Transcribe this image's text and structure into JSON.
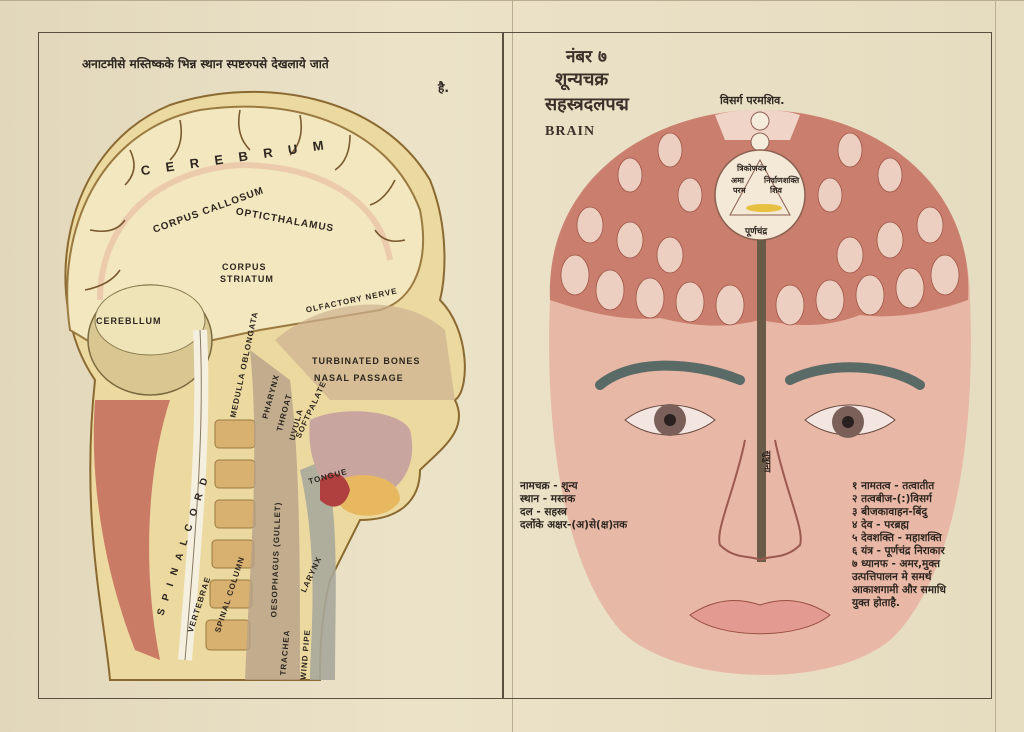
{
  "left_panel": {
    "caption_line1": "अनाटमीसे मस्तिष्कके भिन्न स्थान स्पष्टरुपसे देखलाये जाते",
    "caption_line2": "है.",
    "labels": {
      "cerebrum": "C E R E B R U M",
      "corpus_callosum": "CORPUS CALLOSUM",
      "optic_thalamus": "OPTICTHALAMUS",
      "corpus_striatum_1": "CORPUS",
      "corpus_striatum_2": "STRIATUM",
      "cerebellum": "CEREBLLUM",
      "olfactory_nerve": "OLFACTORY NERVE",
      "medulla": "MEDULLA OBLONGATA",
      "turbinated": "TURBINATED BONES",
      "nasal": "NASAL PASSAGE",
      "pharynx": "PHARYNX",
      "throat": "THROAT",
      "uvula": "UVULA",
      "soft_palate": "SOFTPALATE",
      "tongue": "TONGUE",
      "spinal_cord": "S P I N A L   C O R D",
      "vertebrae": "VERTEBRAE",
      "spinal_column": "SPINAL COLUMN",
      "oesophagus": "OESOPHAGUS (GULLET)",
      "larynx": "LARYNX",
      "trachea": "TRACHEA",
      "wind_pipe": "WIND PIPE"
    }
  },
  "right_panel": {
    "title_line1": "नंबर ७",
    "title_line2": "शून्यचक्र",
    "title_line3": "सहस्त्रदलपद्म",
    "title_english": "BRAIN",
    "top_label": "विसर्ग परमशिव.",
    "center_labels": {
      "yantra": "त्रिकोणयंत्र",
      "left": "अमा",
      "left2": "परम",
      "right": "निर्वाणशक्ति",
      "right2": "शिव",
      "bottom": "पूर्णचंद्र"
    },
    "nadi_label": "सुषुम्ना",
    "left_list": [
      "नामचक्र - शून्य",
      "स्थान - मस्तक",
      "दल - सहस्त्र",
      "दलोंके अक्षर-(अ)से(क्ष)तक"
    ],
    "right_list": [
      "१ नामतत्व - तत्वातीत",
      "२ तत्वबीज-(:)विसर्ग",
      "३ बीजकावाहन-बिंदु",
      "४ देव - परब्रह्म",
      "५ देवशक्ति - महाशक्ति",
      "६ यंत्र - पूर्णचंद्र निराकार",
      "७ ध्यानफ - अमर,मुक्त",
      "उत्पत्तिपालन मे समर्थ",
      "आकाशगामी और समाधि",
      "युक्त होताहै."
    ]
  }
}
